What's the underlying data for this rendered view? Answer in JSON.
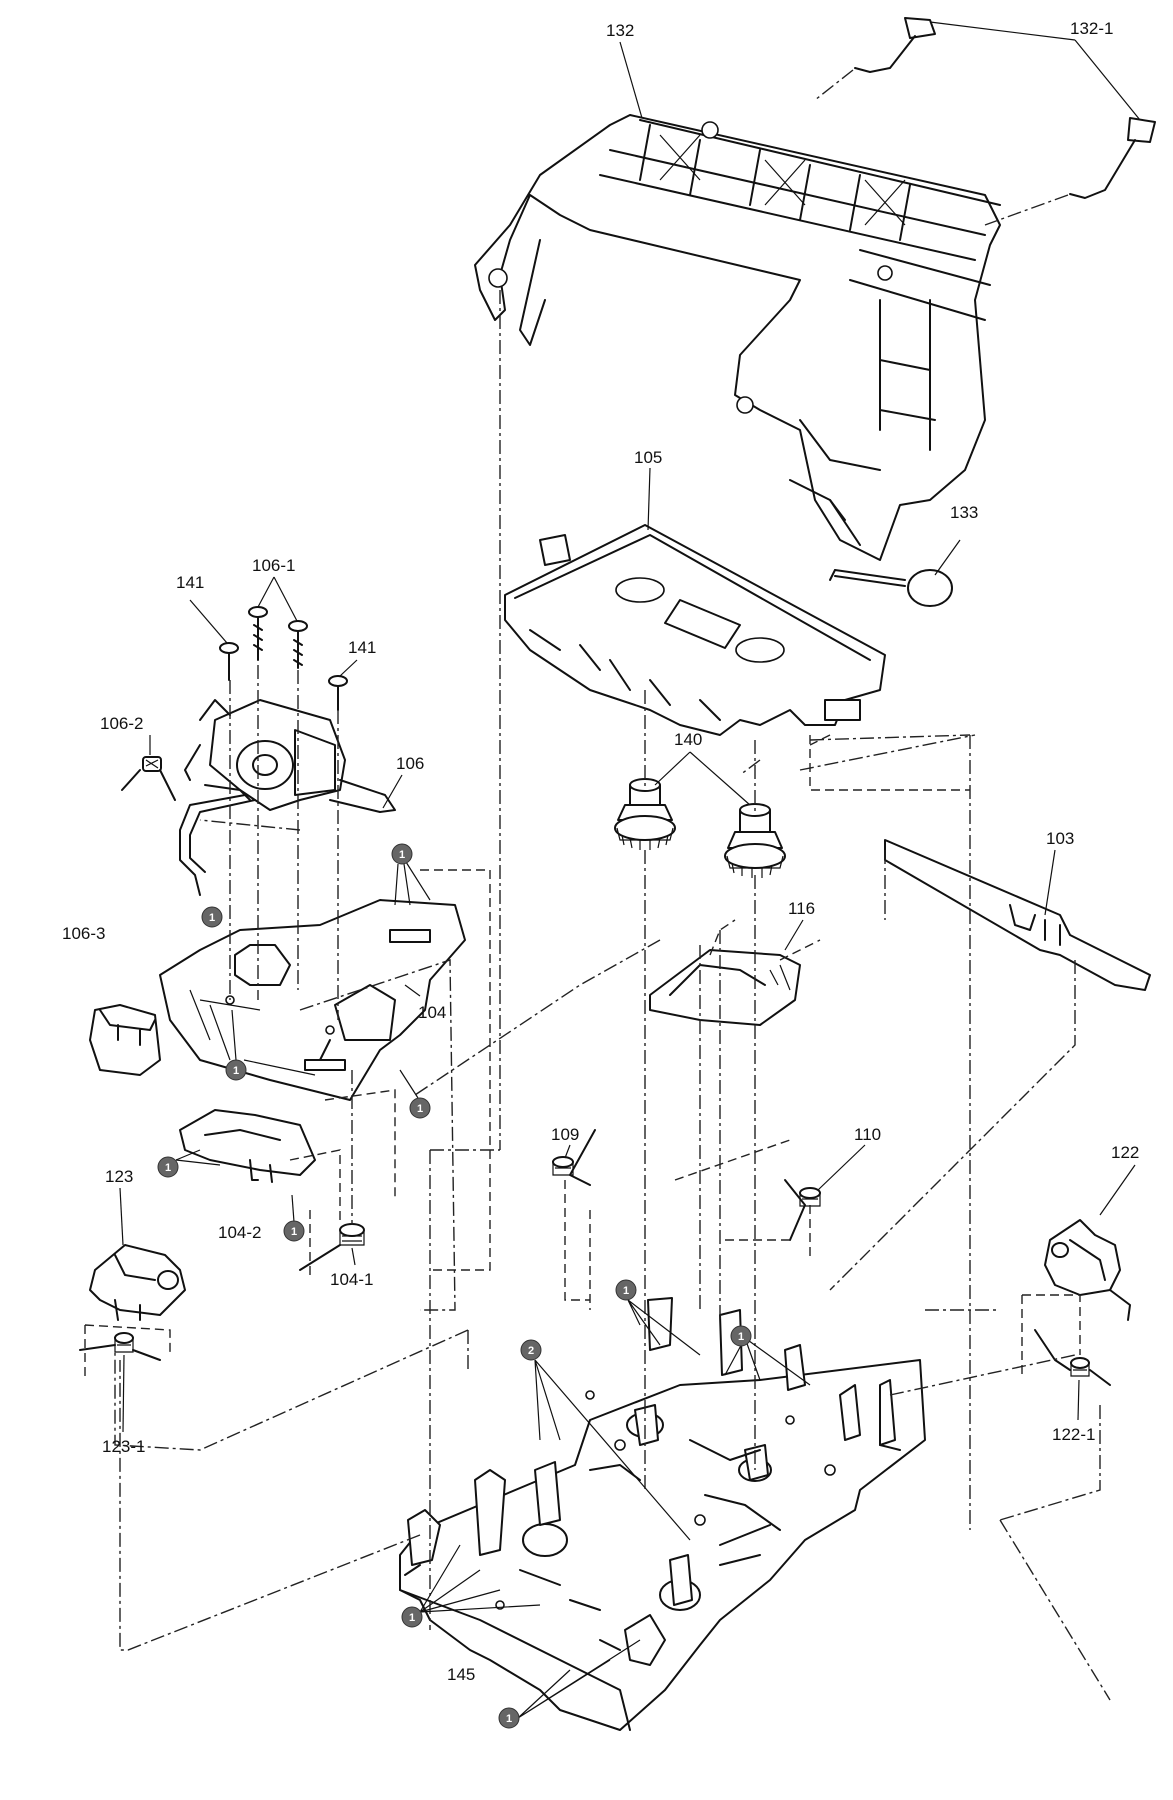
{
  "callouts": {
    "c132": "132",
    "c132_1": "132-1",
    "c105": "105",
    "c133": "133",
    "c141a": "141",
    "c106_1": "106-1",
    "c141b": "141",
    "c106_2": "106-2",
    "c106": "106",
    "c140": "140",
    "c103": "103",
    "c116": "116",
    "c106_3": "106-3",
    "c104": "104",
    "c109": "109",
    "c110": "110",
    "c122": "122",
    "c123": "123",
    "c104_2": "104-2",
    "c104_1": "104-1",
    "c123_1": "123-1",
    "c122_1": "122-1",
    "c145": "145"
  },
  "screw_markers": {
    "one": "1",
    "two": "2"
  }
}
